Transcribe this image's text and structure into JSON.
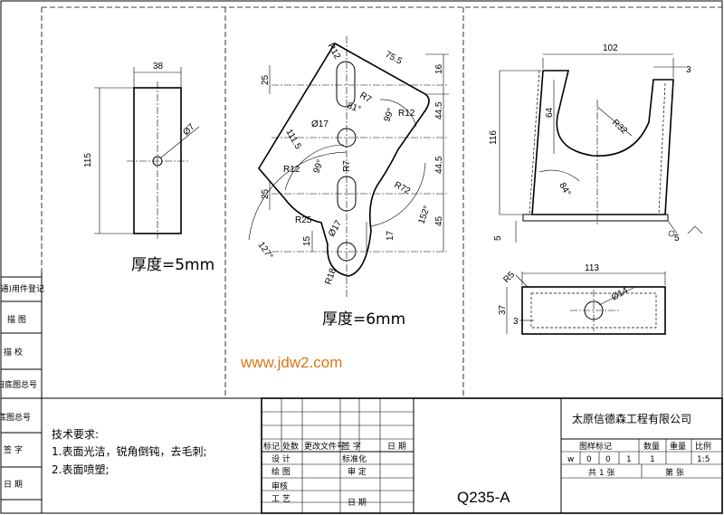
{
  "left_view": {
    "dim_width": "38",
    "dim_height": "115",
    "dim_hole": "Ø7",
    "thickness_note": "厚度=5mm"
  },
  "middle_view": {
    "dim_r12_top": "R12",
    "dim_75_5": "75.5",
    "dim_16": "16",
    "dim_25_top": "25",
    "dim_r7_top": "R7",
    "dim_81": "81°",
    "dim_111_5": "111.5",
    "dim_phi17_top": "Ø17",
    "dim_99_top": "99°",
    "dim_r12_right": "R12",
    "dim_44_5_top": "44.5",
    "dim_r12_left": "R12",
    "dim_99_mid": "99°",
    "dim_r7_mid": "R7",
    "dim_44_5_bot": "44.5",
    "dim_r72": "R72",
    "dim_25_mid": "25",
    "dim_r25": "R25",
    "dim_phi17_bot": "Ø17",
    "dim_152": "152°",
    "dim_45": "45",
    "dim_127": "127°",
    "dim_15": "15",
    "dim_17": "17",
    "dim_r18": "R18",
    "thickness_note": "厚度=6mm",
    "watermark": "www.jdw2.com"
  },
  "right_view": {
    "dim_102": "102",
    "dim_3_top": "3",
    "dim_116": "116",
    "dim_64": "64",
    "dim_r32": "R32",
    "dim_84": "84°",
    "dim_5_left": "5",
    "dim_5_right": "5"
  },
  "bottom_view": {
    "dim_113": "113",
    "dim_r5": "R5",
    "dim_phi14": "Ø14",
    "dim_37": "37",
    "dim_3": "3"
  },
  "left_strip": [
    "借(通)用件登记",
    "描 图",
    "描 校",
    "旧底图总号",
    "底图总号",
    "签 字",
    "日 期"
  ],
  "tech_requirements": {
    "heading": "技术要求:",
    "items": [
      "1.表面光洁，锐角倒钝，去毛刺;",
      "2.表面喷塑;"
    ]
  },
  "title_block": {
    "header_cells": [
      "标记",
      "处数",
      "更改文件号",
      "签 字",
      "日 期"
    ],
    "row_design": "设 计",
    "row_standard": "标准化",
    "row_draw": "绘 图",
    "row_approve": "审 定",
    "row_review": "审核",
    "row_process": "工 艺",
    "row_date": "日 期",
    "material": "Q235-A",
    "company": "太原信德森工程有限公司",
    "stage_label": "图样标记",
    "qty_label": "数量",
    "weight_label": "重量",
    "scale_label": "比例",
    "stage_values": [
      "w",
      "0",
      "0",
      "1"
    ],
    "qty_value": "1",
    "scale_value": "1:5",
    "total_sheets": "共 1 张",
    "sheet_no": "第  张"
  }
}
